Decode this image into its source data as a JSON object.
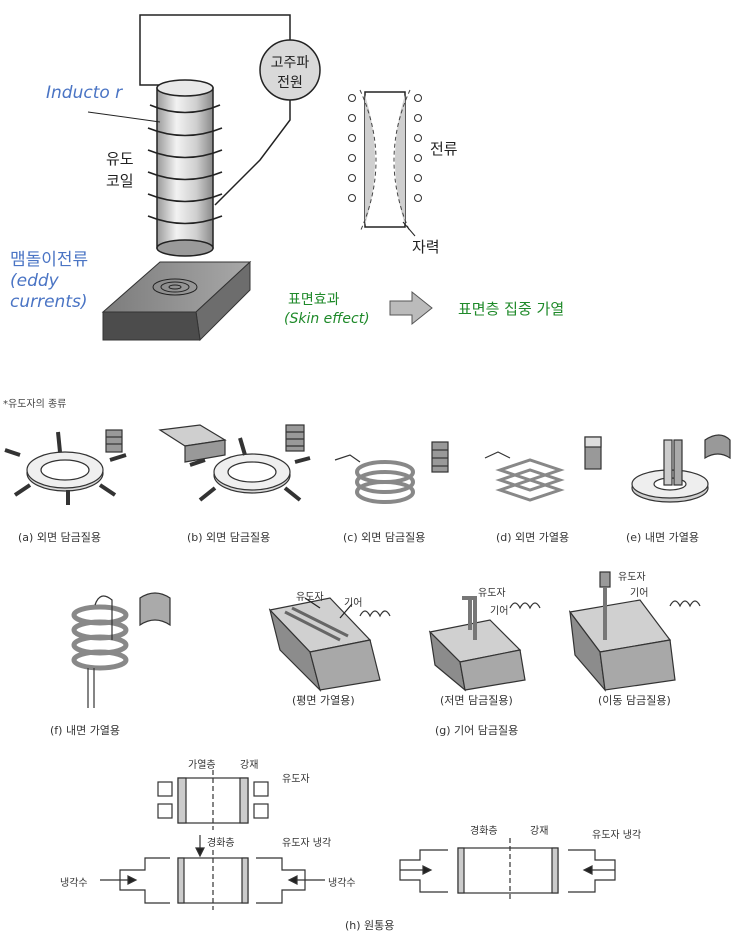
{
  "top": {
    "inductor_label": "Inducto r",
    "coil_label_1": "유도",
    "coil_label_2": "코일",
    "power_label_1": "고주파",
    "power_label_2": "전원",
    "eddy_label_1": "맴돌이전류",
    "eddy_label_2": "(eddy",
    "eddy_label_3": "currents)",
    "current_label": "전류",
    "force_label": "자력",
    "skin_label_1": "표면효과",
    "skin_label_2": "(Skin effect)",
    "result_label": "표면층 집중 가열"
  },
  "section_title": "*유도자의 종류",
  "captions": {
    "a": "(a) 외면 담금질용",
    "b": "(b) 외면 담금질용",
    "c": "(c) 외면 담금질용",
    "d": "(d) 외면 가열용",
    "e": "(e) 내면 가열용",
    "f": "(f) 내면 가열용",
    "g": "(g) 기어 담금질용",
    "g1": "(평면 가열용)",
    "g2": "(저면 담금질용)",
    "g3": "(이동 담금질용)",
    "h": "(h) 원통용"
  },
  "gear_labels": {
    "inductor": "유도자",
    "gear": "기어"
  },
  "h_labels": {
    "heated_layer": "가열층",
    "steel": "강재",
    "inductor": "유도자",
    "hardened_layer": "경화층",
    "inductor_cooling": "유도자 냉각",
    "coolant": "냉각수"
  }
}
